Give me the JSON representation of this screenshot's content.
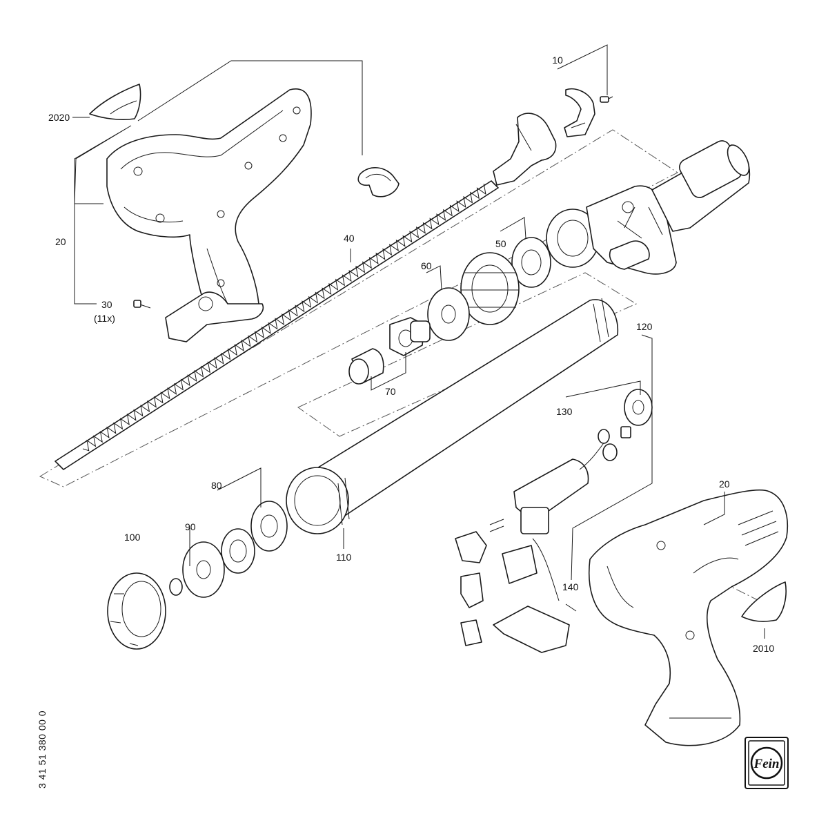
{
  "callouts": {
    "c10": "10",
    "c2020": "2020",
    "c20_top": "20",
    "c30": "30",
    "c30_qty": "(11x)",
    "c40": "40",
    "c50": "50",
    "c60": "60",
    "c70": "70",
    "c120": "120",
    "c130": "130",
    "c80": "80",
    "c90": "90",
    "c100": "100",
    "c110": "110",
    "c140": "140",
    "c20_right": "20",
    "c2010": "2010"
  },
  "document_number": "3 41 51 380 00 0",
  "logo": {
    "name": "fein-logo",
    "text": "Fein"
  }
}
